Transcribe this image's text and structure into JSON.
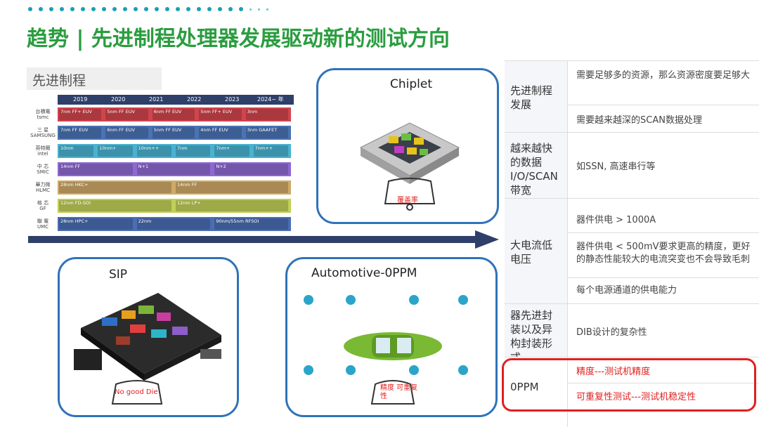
{
  "header": {
    "title": "趋势 | 先进制程处理器发展驱动新的测试方向"
  },
  "section_label": "先进制程",
  "roadmap": {
    "years": [
      "2019",
      "2020",
      "2021",
      "2022",
      "2023",
      "2024~ 年"
    ],
    "rows": [
      {
        "company": "台積電",
        "logo": "tsmc",
        "color": "#c8242e",
        "cells": [
          "7nm FF+ EUV",
          "5nm FF EUV",
          "6nm FF EUV",
          "5nm FF+ EUV",
          "3nm"
        ]
      },
      {
        "company": "三 星",
        "logo": "SAMSUNG",
        "color": "#2a5aa6",
        "cells": [
          "7nm FF EUV",
          "6nm FF EUV",
          "5nm FF EUV",
          "4nm FF EUV",
          "3nm GAAFET"
        ]
      },
      {
        "company": "英特爾",
        "logo": "intel",
        "color": "#2aa5c9",
        "cells": [
          "10nm",
          "10nm+",
          "10nm++",
          "7nm",
          "7nm+",
          "7nm++"
        ]
      },
      {
        "company": "中 芯",
        "logo": "SMIC",
        "color": "#7a4fc9",
        "cells": [
          "14nm FF",
          "N+1",
          "N+2"
        ]
      },
      {
        "company": "華力微",
        "logo": "HLMC",
        "color": "#c79a4c",
        "cells": [
          "28nm HKC+",
          "14nm FF"
        ]
      },
      {
        "company": "格 芯",
        "logo": "GF",
        "color": "#b6c73a",
        "cells": [
          "12nm FD-SOI",
          "12nm LP+"
        ]
      },
      {
        "company": "聯 電",
        "logo": "UMC",
        "color": "#2a53a6",
        "cells": [
          "28nm HPC+",
          "22nm",
          "90nm/55nm RFSOI"
        ]
      }
    ]
  },
  "panels": {
    "chiplet": {
      "title": "Chiplet",
      "tag": "覆盖率"
    },
    "sip": {
      "title": "SIP",
      "tag": "No good Die"
    },
    "automotive": {
      "title": "Automotive-0PPM",
      "tag": "精度 可重复性"
    }
  },
  "table": {
    "rows": [
      {
        "label": "先进制程发展",
        "items": [
          "需要足够多的资源，那么资源密度要足够大",
          "需要越来越深的SCAN数据处理"
        ]
      },
      {
        "label": "越来越快的数据I/O/SCAN带宽",
        "items": [
          "如SSN, 高速串行等"
        ]
      },
      {
        "label": "大电流低电压",
        "items": [
          "器件供电 > 1000A",
          "器件供电 < 500mV要求更高的精度，更好的静态性能较大的电流突变也不会导致毛刺",
          "每个电源通道的供电能力"
        ]
      },
      {
        "label": "器先进封装以及异构封装形式",
        "items": [
          "DIB设计的复杂性"
        ]
      },
      {
        "label": "0PPM",
        "items": [
          "精度---测试机精度",
          "可重复性测试---测试机稳定性"
        ]
      }
    ]
  },
  "colors": {
    "title_green": "#2a9d3f",
    "panel_blue": "#2f73b8",
    "highlight_red": "#e02020"
  }
}
